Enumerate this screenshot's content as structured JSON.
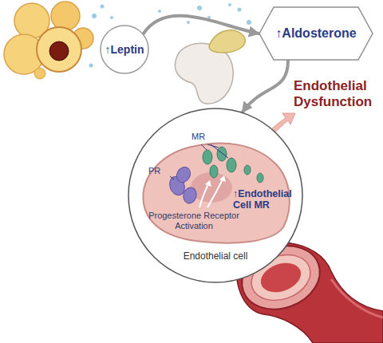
{
  "diagram": {
    "nodes": [
      {
        "text": [
          "↑Leptin"
        ]
      },
      {
        "text": [
          "↑Aldosterone"
        ]
      },
      {
        "text": [
          "MR",
          "PR",
          "Progesterone Receptor Activation",
          "↑Endothelial Cell MR",
          "Endothelial cell"
        ]
      }
    ],
    "edges": [
      {
        "from": 0,
        "to": 1,
        "arrow": "to"
      },
      {
        "from": 1,
        "to": 2,
        "arrow": "to"
      }
    ],
    "labels": [
      "Endothelial Dysfunction"
    ]
  }
}
